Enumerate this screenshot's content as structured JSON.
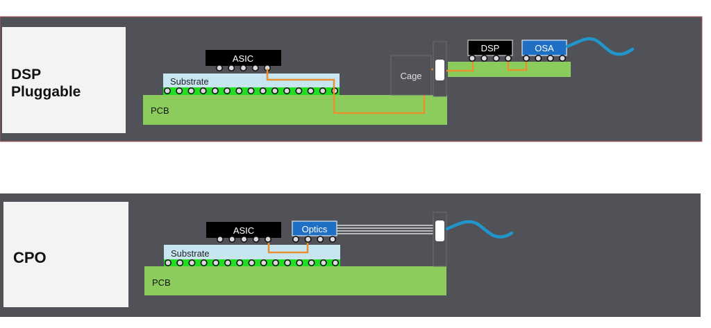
{
  "colors": {
    "panel_bg": "#505257",
    "panel_border": "#b45a5a",
    "title_box": "#f3f3f3",
    "pcb": "#8ccc5c",
    "substrate": "#c8e6f2",
    "solder_band": "#22dd22",
    "chip_black": "#000000",
    "chip_blue": "#1f6fc4",
    "trace": "#e8902f",
    "fiber": "#2196cc",
    "cage": "#505257"
  },
  "panels": [
    {
      "id": "dsp-pluggable",
      "title_line1": "DSP",
      "title_line2": "Pluggable",
      "labels": {
        "asic": "ASIC",
        "substrate": "Substrate",
        "pcb": "PCB",
        "cage": "Cage",
        "dsp": "DSP",
        "osa": "OSA"
      },
      "substrate_ball_count": 15,
      "asic_ball_count": 5,
      "dsp_ball_count": 4,
      "osa_ball_count": 4
    },
    {
      "id": "cpo",
      "title_line1": "CPO",
      "labels": {
        "asic": "ASIC",
        "optics": "Optics",
        "substrate": "Substrate",
        "pcb": "PCB"
      },
      "substrate_ball_count": 15,
      "asic_ball_count": 5,
      "optics_ball_count": 4,
      "fiber_count": 4
    }
  ]
}
